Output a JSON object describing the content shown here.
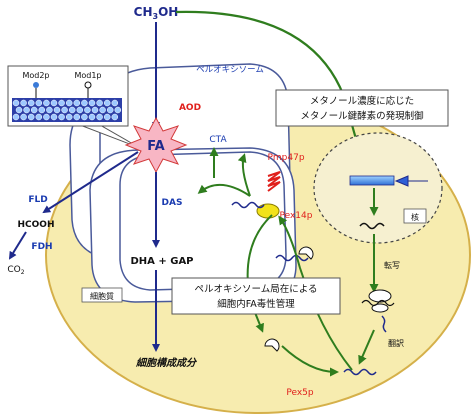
{
  "labels": {
    "methanol": "CH3OH",
    "peroxisome": "ペルオキシソーム",
    "mod2p": "Mod2p",
    "mod1p": "Mod1p",
    "aod": "AOD",
    "fa": "FA",
    "cta": "CTA",
    "pmp47p": "Pmp47p",
    "das": "DAS",
    "pex14p": "Pex14p",
    "fld": "FLD",
    "hcooh": "HCOOH",
    "fdh": "FDH",
    "co2": "CO2",
    "dha_gap": "DHA + GAP",
    "cytosol": "細胞質",
    "cell_components": "細胞構成成分",
    "pex5p": "Pex5p",
    "nucleus": "核",
    "transcription": "転写",
    "translation": "翻訳"
  },
  "callouts": {
    "methanol_regulation": [
      "メタノール濃度に応じた",
      "メタノール鍵酵素の発現制御"
    ],
    "toxicity_management": [
      "ペルオキシソーム局在による",
      "細胞内FA毒性管理"
    ]
  },
  "colors": {
    "cell_fill": "#f7ecaf",
    "cell_stroke": "#d5b04a",
    "blue": "#1f2a8c",
    "blue_text": "#1a3bb0",
    "green": "#2f7d1e",
    "red": "#e0201c",
    "fa_burst": "#f8b6c4",
    "nucleus_fill": "#f6f0d0"
  }
}
